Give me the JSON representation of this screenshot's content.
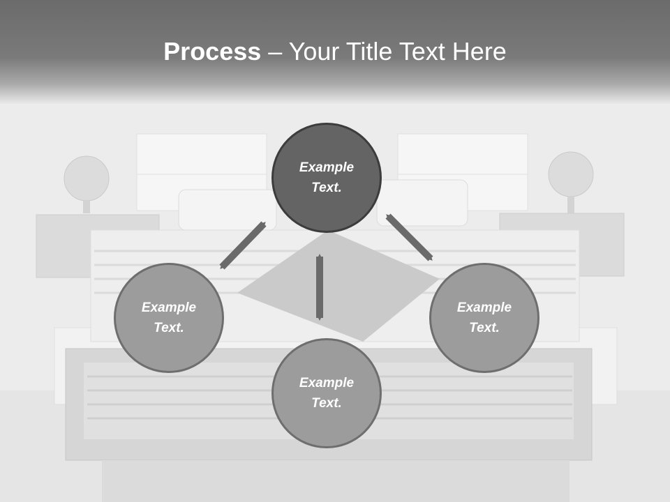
{
  "slide": {
    "title_bold": "Process",
    "title_rest": " – Your Title Text Here"
  },
  "nodes": [
    {
      "id": "top",
      "line1": "Example",
      "line2": "Text.",
      "style": "dark"
    },
    {
      "id": "left",
      "line1": "Example",
      "line2": "Text.",
      "style": "light"
    },
    {
      "id": "right",
      "line1": "Example",
      "line2": "Text.",
      "style": "light"
    },
    {
      "id": "bottom",
      "line1": "Example",
      "line2": "Text.",
      "style": "light"
    }
  ],
  "colors": {
    "arrow": "#6a6a6a",
    "title_band": "#6b6b6b",
    "dark_node": "#646464",
    "light_node": "#9c9c9c",
    "node_text": "#ffffff"
  }
}
